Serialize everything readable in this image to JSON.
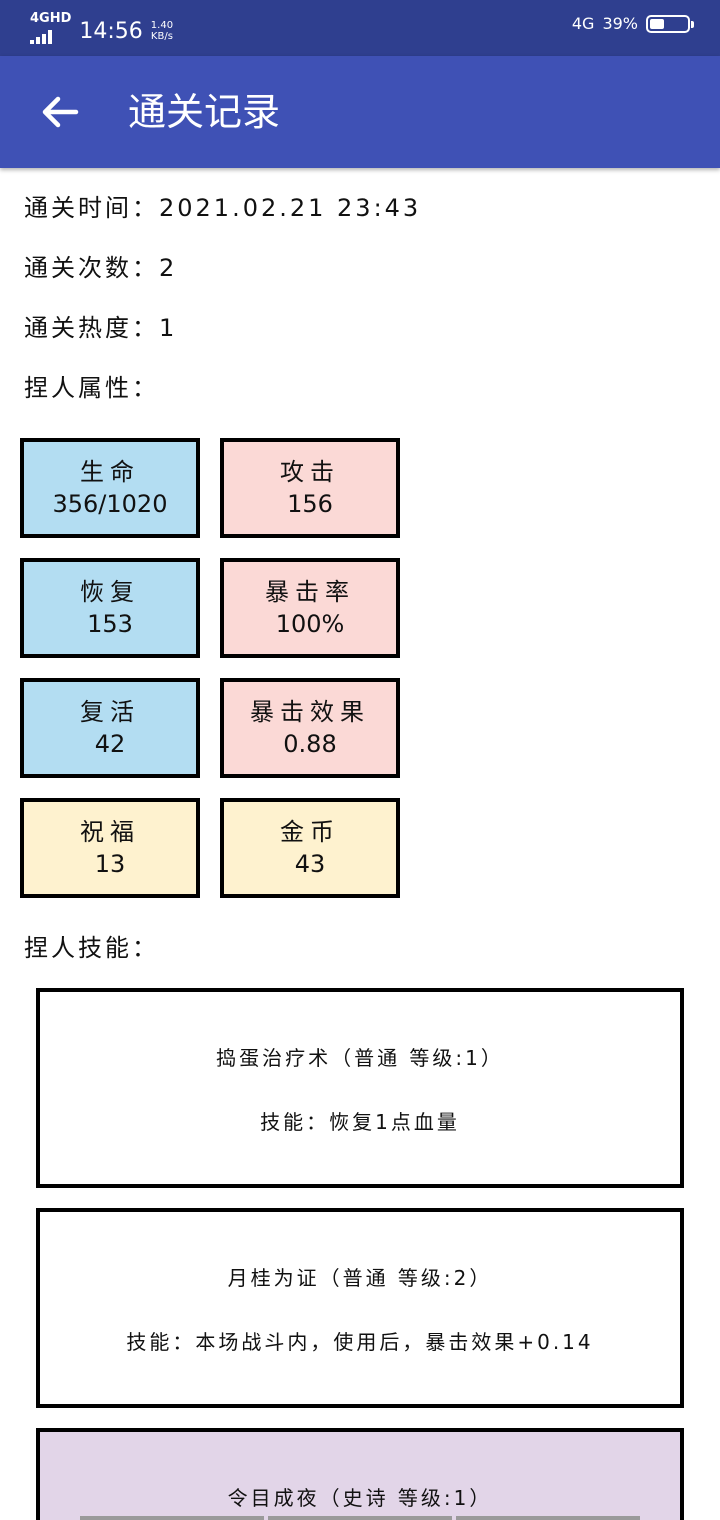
{
  "status_bar": {
    "network": "4GHD",
    "time": "14:56",
    "speed_value": "1.40",
    "speed_unit": "KB/s",
    "network_right": "4G",
    "battery": "39%",
    "battery_level": 0.39
  },
  "app_bar": {
    "back_icon": "arrow-left-icon",
    "title": "通关记录"
  },
  "info": {
    "clear_time": "通关时间：2021.02.21 23:43",
    "clear_count": "通关次数：2",
    "heat": "通关热度：1",
    "attr_heading": "捏人属性："
  },
  "attributes": [
    {
      "label": "生命",
      "value": "356/1020"
    },
    {
      "label": "攻击",
      "value": "156"
    },
    {
      "label": "恢复",
      "value": "153"
    },
    {
      "label": "暴击率",
      "value": "100%"
    },
    {
      "label": "复活",
      "value": "42"
    },
    {
      "label": "暴击效果",
      "value": "0.88"
    },
    {
      "label": "祝福",
      "value": "13"
    },
    {
      "label": "金币",
      "value": "43"
    }
  ],
  "colors": {
    "status_bar": "#2f3f8f",
    "app_bar": "#3f51b5",
    "blue": "#b3ddf2",
    "pink": "#fbd9d6",
    "yellow": "#fef2cf",
    "purple": "#e2d5e8"
  },
  "skills_heading": "捏人技能：",
  "skills": [
    {
      "name": "捣蛋治疗术（普通 等级:1）",
      "desc": "技能：恢复1点血量"
    },
    {
      "name": "月桂为证（普通 等级:2）",
      "desc": "技能：本场战斗内，使用后，暴击效果+0.14"
    },
    {
      "name": "令目成夜（史诗 等级:1）"
    }
  ]
}
